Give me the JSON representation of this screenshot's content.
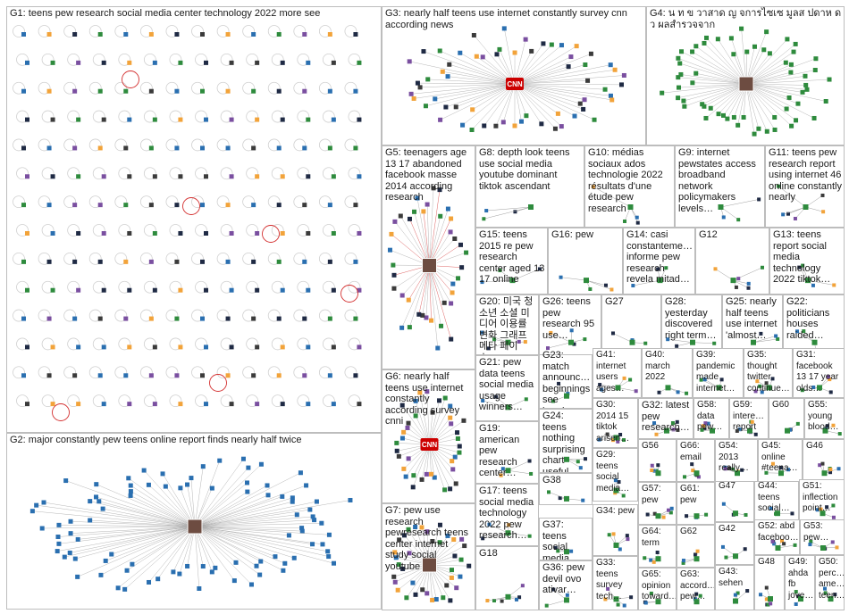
{
  "panels": [
    {
      "id": "G1",
      "label": "G1: teens pew research social media center technology 2022 more see"
    },
    {
      "id": "G2",
      "label": "G2: major constantly pew teens online report finds nearly half twice"
    },
    {
      "id": "G3",
      "label": "G3: nearly half teens use internet constantly survey cnn according news"
    },
    {
      "id": "G4",
      "label": "G4: น ท ข วาสาด ญ จการไซเซ มูลส ปดาห ด ว ผลสำรวจจาก"
    },
    {
      "id": "G5",
      "label": "G5: teenagers age 13 17 abandoned facebook masse 2014 according research"
    },
    {
      "id": "G6",
      "label": "G6: nearly half teens use internet constantly according survey cnni"
    },
    {
      "id": "G7",
      "label": "G7: pew use research pewresearch teens center internet study social youtube"
    },
    {
      "id": "G8",
      "label": "G8: depth look teens use social media youtube dominant tiktok ascendant"
    },
    {
      "id": "G9",
      "label": "G9: internet pewstates access broadband network policymakers levels…"
    },
    {
      "id": "G10",
      "label": "G10: médias sociaux ados technologie 2022 résultats d'une étude pew research"
    },
    {
      "id": "G11",
      "label": "G11: teens pew research report using internet 46 online constantly nearly"
    },
    {
      "id": "G12",
      "label": "G12"
    },
    {
      "id": "G13",
      "label": "G13: teens report social media technology 2022 tiktok…"
    },
    {
      "id": "G14",
      "label": "G14: casi constanteme… informe pew research revela mitad…"
    },
    {
      "id": "G15",
      "label": "G15: teens 2015 re pew research center aged 13 17 online"
    },
    {
      "id": "G16",
      "label": "G16: pew"
    },
    {
      "id": "G17",
      "label": "G17: teens social media technology 2022 pew research…"
    },
    {
      "id": "G18",
      "label": "G18"
    },
    {
      "id": "G19",
      "label": "G19: american pew research center…"
    },
    {
      "id": "G20",
      "label": "G20: 미국 청소년 소셜 미디어 이용률 변화 그래프 메타 페이스…"
    },
    {
      "id": "G21",
      "label": "G21: pew data teens social media usage winners…"
    },
    {
      "id": "G22",
      "label": "G22: politicians houses raided…"
    },
    {
      "id": "G23",
      "label": "G23: match announc… beginnings see hood…"
    },
    {
      "id": "G24",
      "label": "G24: teens nothing surprising chart useful…"
    },
    {
      "id": "G25",
      "label": "G25: nearly half teens use internet 'almost…"
    },
    {
      "id": "G26",
      "label": "G26: teens pew research 95 use…"
    },
    {
      "id": "G27",
      "label": "G27"
    },
    {
      "id": "G28",
      "label": "G28: yesterday discovered right term…"
    },
    {
      "id": "G29",
      "label": "G29: teens social media…"
    },
    {
      "id": "G30",
      "label": "G30: 2014 15 tiktok arisen…"
    },
    {
      "id": "G31",
      "label": "G31: facebook 13 17 year olds…"
    },
    {
      "id": "G32",
      "label": "G32: latest pew research…"
    },
    {
      "id": "G33",
      "label": "G33: teens survey tech…"
    },
    {
      "id": "G34",
      "label": "G34: pew"
    },
    {
      "id": "G35",
      "label": "G35: thought twitter continue…"
    },
    {
      "id": "G36",
      "label": "G36: pew devil ovo ativar…"
    },
    {
      "id": "G37",
      "label": "G37: teens social media…"
    },
    {
      "id": "G38",
      "label": "G38"
    },
    {
      "id": "G39",
      "label": "G39: pandemic made internet…"
    },
    {
      "id": "G40",
      "label": "G40: march 2022"
    },
    {
      "id": "G41",
      "label": "G41: internet users ages…"
    },
    {
      "id": "G42",
      "label": "G42"
    },
    {
      "id": "G43",
      "label": "G43: sehen"
    },
    {
      "id": "G44",
      "label": "G44: teens social…"
    },
    {
      "id": "G45",
      "label": "G45: online #teena…"
    },
    {
      "id": "G46",
      "label": "G46"
    },
    {
      "id": "G47",
      "label": "G47"
    },
    {
      "id": "G48",
      "label": "G48"
    },
    {
      "id": "G49",
      "label": "G49: ahda fb jove…"
    },
    {
      "id": "G50",
      "label": "G50: perc… ame… teen…"
    },
    {
      "id": "G51",
      "label": "G51: inflection point…"
    },
    {
      "id": "G52",
      "label": "G52: abd faceboo…"
    },
    {
      "id": "G53",
      "label": "G53: pew…"
    },
    {
      "id": "G54",
      "label": "G54: 2013 really…"
    },
    {
      "id": "G55",
      "label": "G55: young blood…"
    },
    {
      "id": "G56",
      "label": "G56"
    },
    {
      "id": "G57",
      "label": "G57: pew"
    },
    {
      "id": "G58",
      "label": "G58: data pew…"
    },
    {
      "id": "G59",
      "label": "G59: intere… report"
    },
    {
      "id": "G60",
      "label": "G60"
    },
    {
      "id": "G61",
      "label": "G61: pew"
    },
    {
      "id": "G62",
      "label": "G62"
    },
    {
      "id": "G63",
      "label": "G63: accord… pew…"
    },
    {
      "id": "G64",
      "label": "G64: term"
    },
    {
      "id": "G65",
      "label": "G65: opinion toward…"
    },
    {
      "id": "G66",
      "label": "G66: email"
    }
  ],
  "hub_labels": {
    "G3": "CNN",
    "G6": "CNN"
  },
  "colors": {
    "border": "#bdbdbd",
    "edge": "#9e9e9e",
    "node_dark": "#1f2a44",
    "node_green": "#2e8b3d",
    "node_blue": "#2a6fb0",
    "node_red": "#d32f2f",
    "node_orange": "#f2a33a",
    "cnn_red": "#cc0000"
  }
}
